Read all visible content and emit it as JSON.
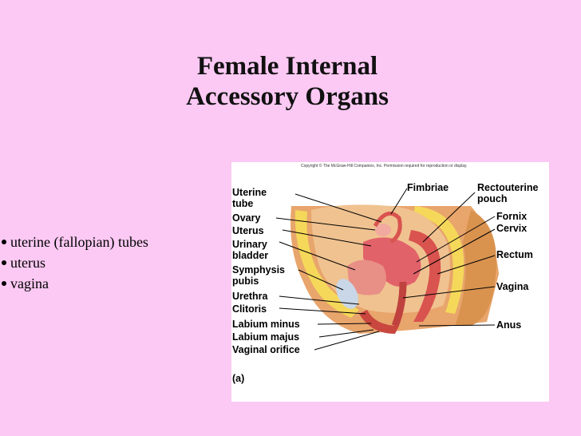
{
  "title": {
    "line1": "Female Internal",
    "line2": "Accessory Organs"
  },
  "bullets": [
    "uterine (fallopian) tubes",
    "uterus",
    "vagina"
  ],
  "figure": {
    "copyright": "Copyright © The McGraw-Hill Companies, Inc. Permission required for reproduction or display.",
    "panel_label": "(a)",
    "labels_left": {
      "uterine_tube_1": "Uterine",
      "uterine_tube_2": "tube",
      "ovary": "Ovary",
      "uterus": "Uterus",
      "urinary_bladder_1": "Urinary",
      "urinary_bladder_2": "bladder",
      "symphysis_pubis_1": "Symphysis",
      "symphysis_pubis_2": "pubis",
      "urethra": "Urethra",
      "clitoris": "Clitoris",
      "labium_minus": "Labium minus",
      "labium_majus": "Labium majus",
      "vaginal_orifice": "Vaginal orifice"
    },
    "labels_right": {
      "fimbriae": "Fimbriae",
      "rectouterine_pouch_1": "Rectouterine",
      "rectouterine_pouch_2": "pouch",
      "fornix": "Fornix",
      "cervix": "Cervix",
      "rectum": "Rectum",
      "vagina": "Vagina",
      "anus": "Anus"
    }
  }
}
